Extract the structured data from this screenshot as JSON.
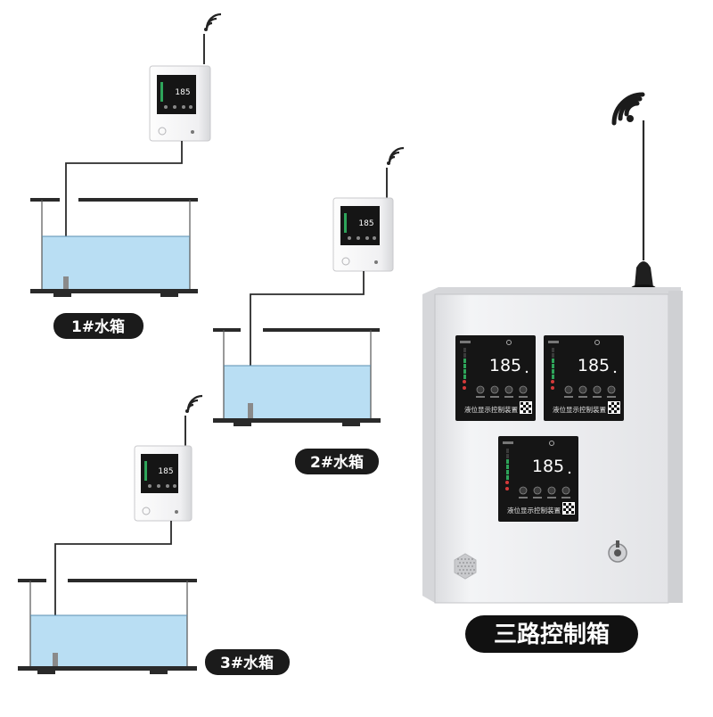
{
  "tanks": [
    {
      "label": "1#水箱",
      "display": "185"
    },
    {
      "label": "2#水箱",
      "display": "185"
    },
    {
      "label": "3#水箱",
      "display": "185"
    }
  ],
  "cabinet": {
    "label": "三路控制箱",
    "panels": [
      {
        "display": "185",
        "caption": "液位显示控制装置"
      },
      {
        "display": "185",
        "caption": "液位显示控制装置"
      },
      {
        "display": "185",
        "caption": "液位显示控制装置"
      }
    ]
  },
  "colors": {
    "water": "#b9def3",
    "frame": "#2a2a2a",
    "cabinet": "#e9eaec",
    "panel": "#151515",
    "led": "#ffffff"
  }
}
